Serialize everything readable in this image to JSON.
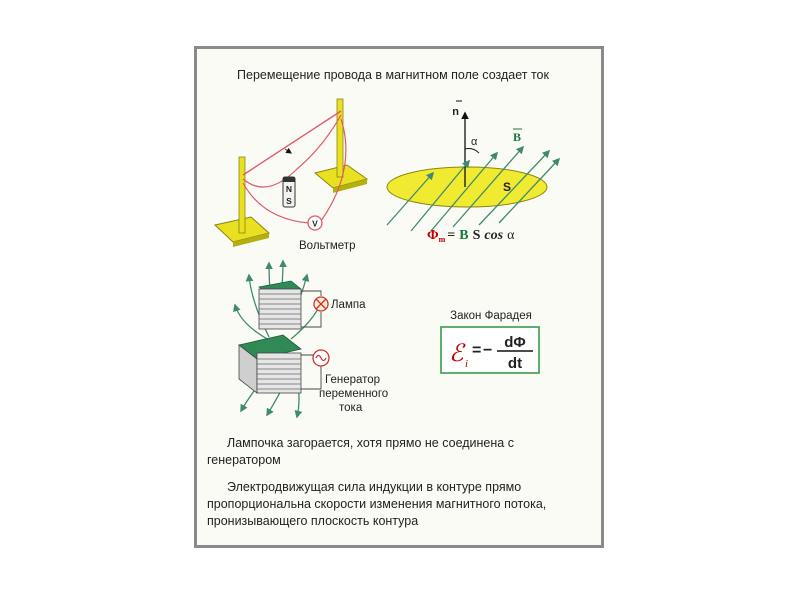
{
  "title": "Перемещение провода в магнитном поле создает ток",
  "diagram1": {
    "magnet_north": "N",
    "magnet_south": "S",
    "meter_symbol": "V",
    "meter_label": "Вольтметр"
  },
  "diagram2": {
    "normal_symbol": "n",
    "field_symbol": "B",
    "angle_symbol": "α",
    "area_symbol": "S",
    "formula_lhs": "Φ",
    "formula_lhs_sub": "m",
    "formula_equals": "=",
    "formula_b": "B",
    "formula_s": "S",
    "formula_cos": "cos",
    "formula_alpha": "α"
  },
  "diagram3": {
    "lamp_label": "Лампа",
    "generator_label_line1": "Генератор",
    "generator_label_line2": "переменного",
    "generator_label_line3": "тока"
  },
  "faraday": {
    "title": "Закон Фарадея",
    "emf_symbol": "ℰ",
    "emf_sub": "i",
    "equals": "=",
    "minus": "−",
    "numerator": "dΦ",
    "denominator": "dt"
  },
  "text1": "Лампочка загорается, хотя прямо не соединена с генератором",
  "text2": "Электродвижущая сила индукции в контуре прямо пропорциональна скорости изменения магнитного потока, пронизывающего плоскость контура",
  "colors": {
    "wire": "#e05a6a",
    "pole": "#e8e020",
    "ellipse": "#f0ea30",
    "field_arrow": "#3f8a6e",
    "coil_top": "#2f8a55",
    "formula_red": "#c00000",
    "formula_green": "#1a7a3a",
    "faraday_border": "#3a9a4a"
  }
}
